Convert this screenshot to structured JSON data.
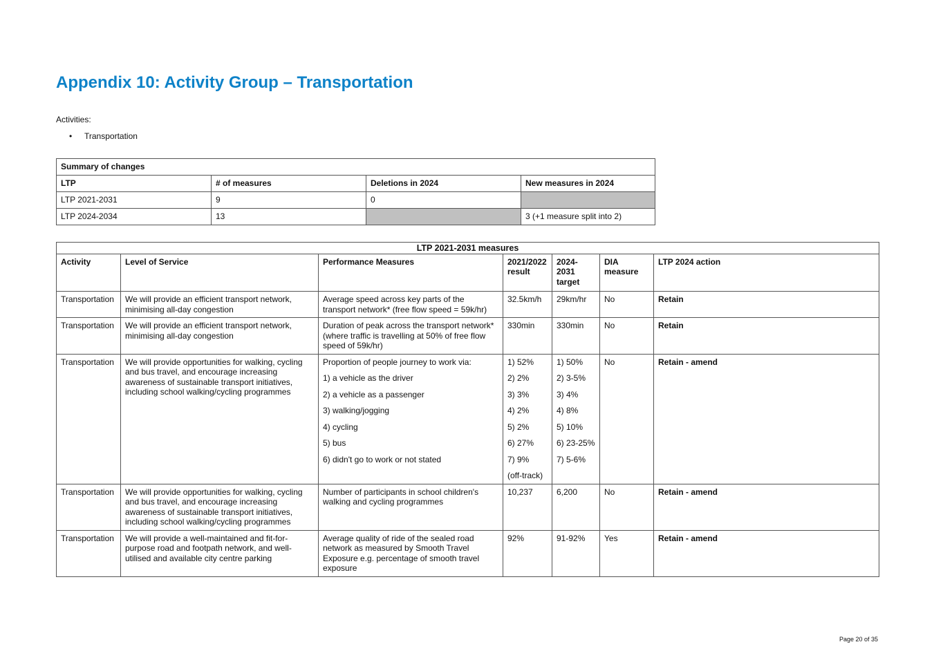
{
  "title": "Appendix 10: Activity Group – Transportation",
  "activities_label": "Activities:",
  "activities": [
    "Transportation"
  ],
  "bullet_char": "•",
  "summary": {
    "caption": "Summary of changes",
    "headers": [
      "LTP",
      "# of measures",
      "Deletions in 2024",
      "New measures in 2024"
    ],
    "rows": [
      [
        "LTP 2021-2031",
        "9",
        "0",
        ""
      ],
      [
        "LTP 2024-2034",
        "13",
        "",
        "3 (+1 measure split into 2)"
      ]
    ],
    "grey_fill": "#c0c0c0"
  },
  "measures": {
    "caption": "LTP 2021-2031 measures",
    "headers": [
      "Activity",
      "Level of Service",
      "Performance Measures",
      "2021/2022 result",
      "2024-2031 target",
      "DIA measure",
      "LTP 2024 action"
    ],
    "rows": [
      {
        "activity": "Transportation",
        "level_of_service": "We will provide an efficient transport network, minimising all-day congestion",
        "performance_measures": [
          "Average speed across key parts of the transport network* (free flow speed = 59k/hr)"
        ],
        "result": [
          "32.5km/h"
        ],
        "target": [
          "29km/hr"
        ],
        "dia": "No",
        "action": "Retain"
      },
      {
        "activity": "Transportation",
        "level_of_service": "We will provide an efficient transport network, minimising all-day congestion",
        "performance_measures": [
          "Duration of peak across the transport network* (where traffic is travelling at 50% of free flow speed of 59k/hr)"
        ],
        "result": [
          "330min"
        ],
        "target": [
          "330min"
        ],
        "dia": "No",
        "action": "Retain"
      },
      {
        "activity": "Transportation",
        "level_of_service": "We will provide opportunities for walking, cycling and bus travel, and encourage increasing awareness of sustainable transport initiatives, including school walking/cycling programmes",
        "performance_measures": [
          "Proportion of people journey to work via:",
          "1) a vehicle as the driver",
          "2) a vehicle as a passenger",
          "3) walking/jogging",
          "4) cycling",
          "5) bus",
          "6) didn't go to work or not stated"
        ],
        "result": [
          "1) 52%",
          "2) 2%",
          "3) 3%",
          "4) 2%",
          "5) 2%",
          "6) 27%",
          "7) 9%",
          "(off-track)"
        ],
        "target": [
          "1) 50%",
          "2) 3-5%",
          "3) 4%",
          "4) 8%",
          "5) 10%",
          "6) 23-25%",
          "7) 5-6%"
        ],
        "dia": "No",
        "action": "Retain - amend"
      },
      {
        "activity": "Transportation",
        "level_of_service": "We will provide opportunities for walking, cycling and bus travel, and encourage increasing awareness of sustainable transport initiatives, including school walking/cycling programmes",
        "performance_measures": [
          "Number of participants in school children's walking and cycling programmes"
        ],
        "result": [
          "10,237"
        ],
        "target": [
          "6,200"
        ],
        "dia": "No",
        "action": "Retain - amend"
      },
      {
        "activity": "Transportation",
        "level_of_service": "We will provide a well-maintained and fit-for-purpose road and footpath network, and well-utilised and available city centre parking",
        "performance_measures": [
          "Average quality of ride of the sealed road network as measured by Smooth Travel Exposure e.g. percentage of smooth travel exposure"
        ],
        "result": [
          "92%"
        ],
        "target": [
          "91-92%"
        ],
        "dia": "Yes",
        "action": "Retain - amend"
      }
    ]
  },
  "page_number": "Page 20 of 35",
  "colors": {
    "title": "#0e82c8",
    "border": "#555555"
  }
}
